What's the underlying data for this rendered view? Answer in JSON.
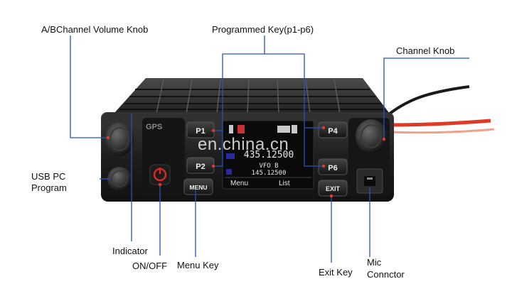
{
  "labels": {
    "volume_knob": "A/BChannel Volume Knob",
    "programmed_key": "Programmed Key(p1-p6)",
    "channel_knob": "Channel Knob",
    "usb_pc_line1": "USB PC",
    "usb_pc_line2": "Program",
    "indicator": "Indicator",
    "on_off": "ON/OFF",
    "menu_key": "Menu Key",
    "exit_key": "Exit Key",
    "mic_line1": "Mic",
    "mic_line2": "Connctor"
  },
  "radio": {
    "brand": "GPS",
    "keys": {
      "p1": "P1",
      "p2": "P2",
      "p4": "P4",
      "p6": "P6",
      "menu": "MENU",
      "exit": "EXIT"
    },
    "screen": {
      "freq_a": "435.12500",
      "vfo_b": "VFO B",
      "freq_b": "145.12500",
      "softkey_left": "Menu",
      "softkey_right": "List"
    }
  },
  "watermark": "en.china.cn",
  "colors": {
    "callout_line": "#2a52be",
    "body": "#1c1c1c",
    "screen_bg": "#0a0a0a",
    "screen_text": "#e8e8e8",
    "power_button": "#d42a2a",
    "cable_red": "#e03a26"
  }
}
